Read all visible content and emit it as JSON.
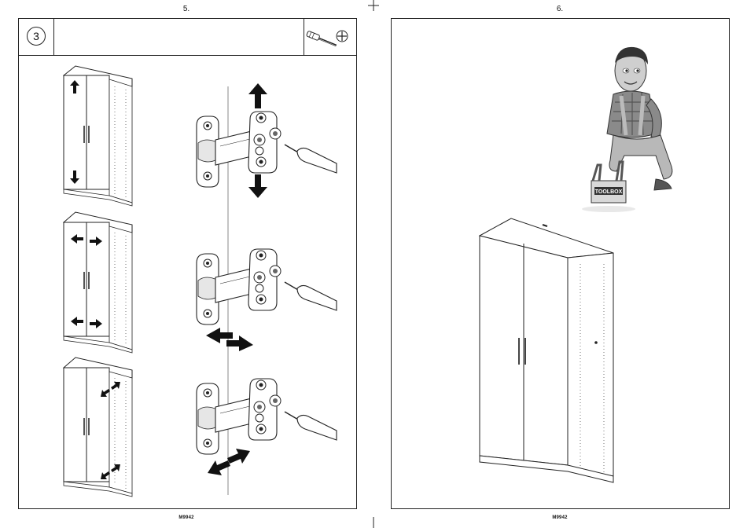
{
  "left_page": {
    "page_number": "5.",
    "step_number": "3",
    "footer_code": "M9942",
    "tool_icon": "screwdriver-icon",
    "tool_head_icon": "phillips-head-icon"
  },
  "right_page": {
    "page_number": "6.",
    "footer_code": "M9942",
    "mascot_icon": "handyman-with-toolbox-icon",
    "toolbox_label": "TOOLBOX"
  },
  "illustrations": [
    {
      "name": "height-adjustment",
      "arrow_direction": "vertical"
    },
    {
      "name": "side-adjustment",
      "arrow_direction": "horizontal"
    },
    {
      "name": "depth-adjustment",
      "arrow_direction": "diagonal"
    }
  ]
}
